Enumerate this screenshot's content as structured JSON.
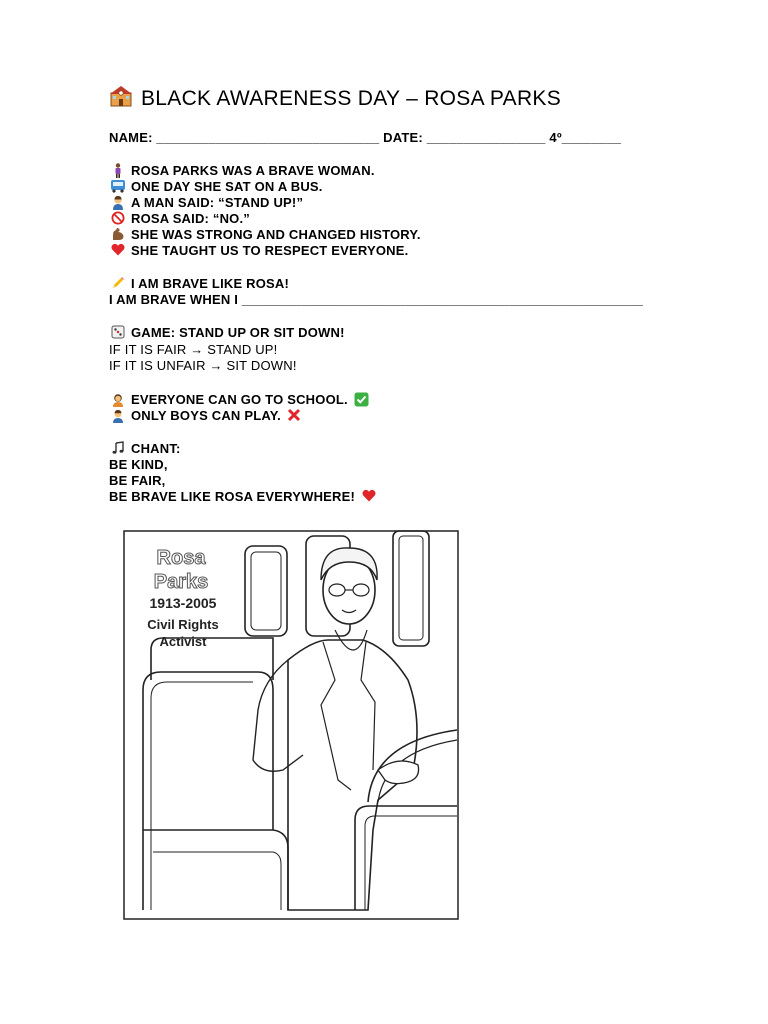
{
  "title": {
    "icon": "school-icon",
    "text": "BLACK AWARENESS DAY – ROSA PARKS"
  },
  "header_line": "NAME: ______________________________ DATE: ________________ 4º________",
  "story": [
    {
      "icon": "standing-woman-icon",
      "text": "ROSA PARKS WAS A BRAVE WOMAN."
    },
    {
      "icon": "bus-icon",
      "text": "ONE DAY SHE SAT ON A BUS."
    },
    {
      "icon": "man-icon",
      "text": "A MAN SAID: “STAND UP!”"
    },
    {
      "icon": "prohibited-icon",
      "text": "ROSA SAID: “NO.”"
    },
    {
      "icon": "flexed-biceps-icon",
      "text": "SHE WAS STRONG AND CHANGED HISTORY."
    },
    {
      "icon": "red-heart-icon",
      "text": "SHE TAUGHT US TO RESPECT EVERYONE."
    }
  ],
  "brave": {
    "icon": "pencil-icon",
    "heading": "I AM BRAVE LIKE ROSA!",
    "prompt": "I AM BRAVE WHEN I ______________________________________________________"
  },
  "game": {
    "icon": "dice-icon",
    "heading": "GAME: STAND UP OR SIT DOWN!",
    "rule_fair": "IF IT IS FAIR → STAND UP!",
    "rule_unfair": "IF IT IS UNFAIR → SIT DOWN!",
    "items": [
      {
        "icon": "girl-icon",
        "text": "EVERYONE CAN GO TO SCHOOL.",
        "mark": "check-mark-icon"
      },
      {
        "icon": "boy-icon",
        "text": "ONLY BOYS CAN PLAY.",
        "mark": "cross-mark-icon"
      }
    ]
  },
  "chant": {
    "icon": "musical-note-icon",
    "heading": "CHANT:",
    "lines": [
      "BE KIND,",
      "BE FAIR,",
      "BE BRAVE LIKE ROSA EVERYWHERE!"
    ],
    "end_icon": "red-heart-icon"
  },
  "picture": {
    "name_line1": "Rosa",
    "name_line2": "Parks",
    "years": "1913-2005",
    "role_line1": "Civil Rights",
    "role_line2": "Activist"
  }
}
